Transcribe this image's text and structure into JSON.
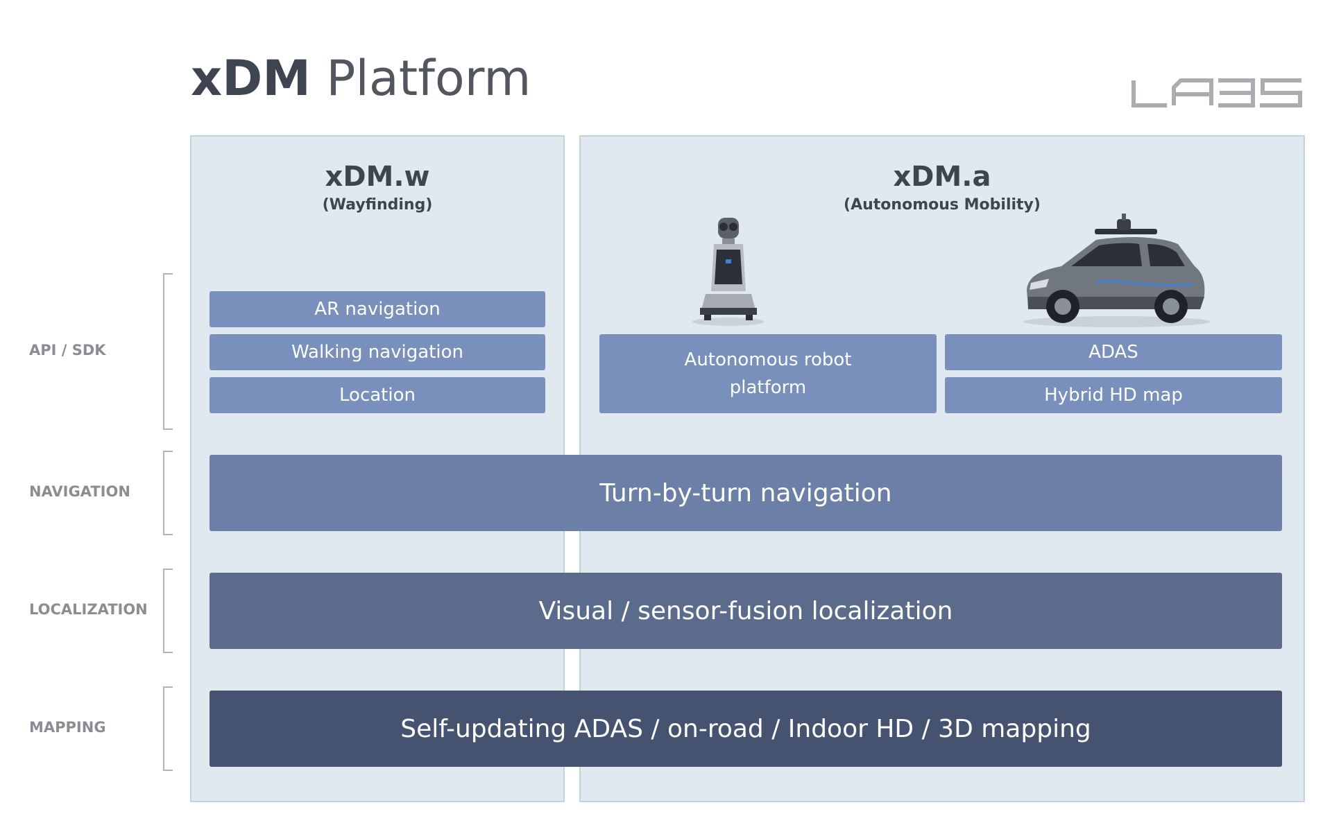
{
  "header": {
    "title_bold": "xDM",
    "title_light": "Platform",
    "logo_text": "LABS"
  },
  "columns": {
    "wayfinding": {
      "title": "xDM.w",
      "subtitle": "(Wayfinding)"
    },
    "autonomous": {
      "title": "xDM.a",
      "subtitle": "(Autonomous Mobility)"
    }
  },
  "layers": {
    "api": "API / SDK",
    "navigation": "NAVIGATION",
    "localization": "LOCALIZATION",
    "mapping": "MAPPING"
  },
  "api_boxes": {
    "ar_navigation": "AR navigation",
    "walking_navigation": "Walking navigation",
    "location": "Location",
    "robot_line1": "Autonomous robot",
    "robot_line2": "platform",
    "adas": "ADAS",
    "hybrid_hd_map": "Hybrid HD map"
  },
  "bands": {
    "navigation": "Turn-by-turn navigation",
    "localization": "Visual / sensor-fusion localization",
    "mapping": "Self-updating ADAS / on-road / Indoor HD / 3D mapping"
  },
  "colors": {
    "panel": "#e1e9f0",
    "api_box": "#7890bb",
    "navigation_band": "#6b7fa7",
    "localization_band": "#5a6b8c",
    "mapping_band": "#465370"
  }
}
